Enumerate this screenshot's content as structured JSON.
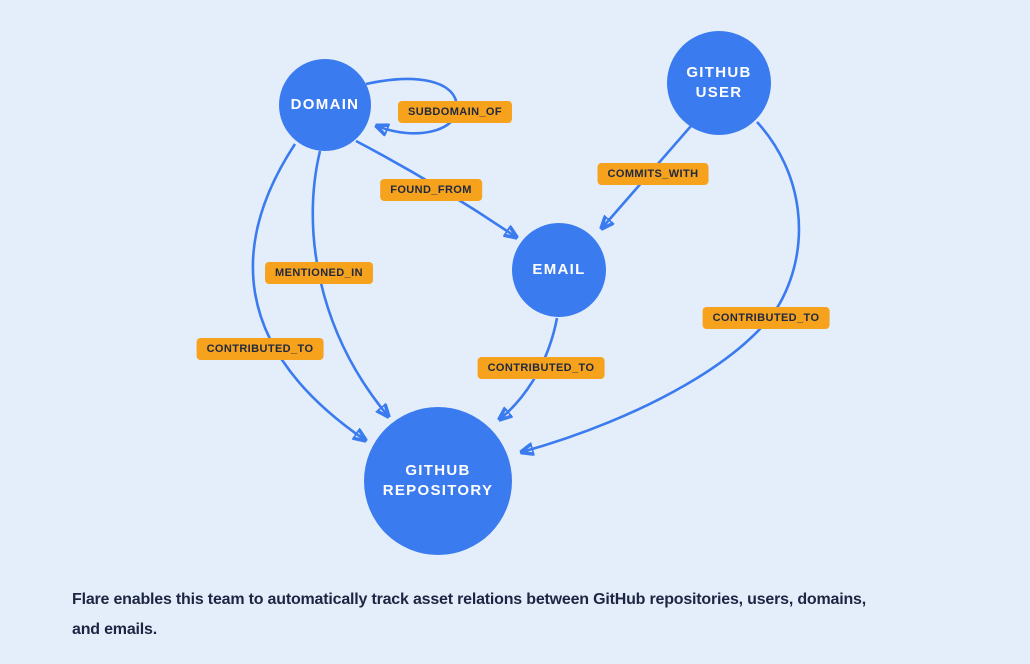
{
  "diagram": {
    "colors": {
      "background": "#e4eefb",
      "node_fill": "#3b7bf0",
      "node_text": "#ffffff",
      "edge_stroke": "#3b7bf0",
      "label_background": "#f6a21d",
      "label_text": "#20293f",
      "caption_text": "#1c2642"
    },
    "nodes": [
      {
        "id": "domain",
        "label": "DOMAIN"
      },
      {
        "id": "github-user",
        "label": "GITHUB USER"
      },
      {
        "id": "email",
        "label": "EMAIL"
      },
      {
        "id": "github-repository",
        "label": "GITHUB REPOSITORY"
      }
    ],
    "edges": [
      {
        "label": "SUBDOMAIN_OF",
        "from": "domain",
        "to": "domain"
      },
      {
        "label": "FOUND_FROM",
        "from": "domain",
        "to": "email"
      },
      {
        "label": "COMMITS_WITH",
        "from": "github-user",
        "to": "email"
      },
      {
        "label": "MENTIONED_IN",
        "from": "domain",
        "to": "github-repository"
      },
      {
        "label": "CONTRIBUTED_TO",
        "from": "domain",
        "to": "github-repository"
      },
      {
        "label": "CONTRIBUTED_TO",
        "from": "email",
        "to": "github-repository"
      },
      {
        "label": "CONTRIBUTED_TO",
        "from": "github-user",
        "to": "github-repository"
      }
    ]
  },
  "caption": {
    "line1": "Flare enables this team to automatically track asset relations between GitHub repositories, users, domains,",
    "line2": "and emails.",
    "full_text": "Flare enables this team to automatically track asset relations between GitHub repositories, users, domains, and emails."
  }
}
